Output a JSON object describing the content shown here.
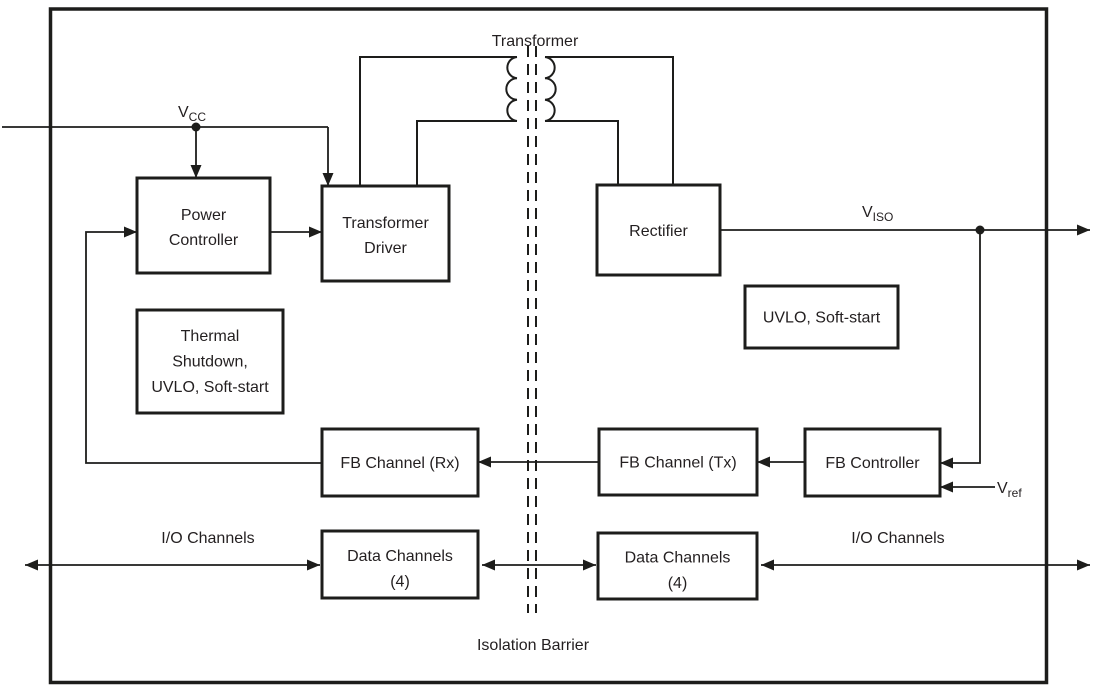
{
  "diagram": {
    "title": "Transformer",
    "labels": {
      "transformer": "Transformer",
      "isolation_barrier": "Isolation Barrier",
      "io_channels_left": "I/O Channels",
      "io_channels_right": "I/O Channels"
    },
    "signals": {
      "vcc": {
        "main": "V",
        "sub": "CC"
      },
      "viso": {
        "main": "V",
        "sub": "ISO"
      },
      "vref": {
        "main": "V",
        "sub": "ref"
      }
    },
    "blocks": {
      "power_controller": {
        "line1": "Power",
        "line2": "Controller"
      },
      "transformer_driver": {
        "line1": "Transformer",
        "line2": "Driver"
      },
      "rectifier": {
        "label": "Rectifier"
      },
      "thermal_shutdown": {
        "line1": "Thermal",
        "line2": "Shutdown,",
        "line3": "UVLO, Soft-start"
      },
      "uvlo_soft_start": {
        "label": "UVLO, Soft-start"
      },
      "fb_channel_rx": {
        "label": "FB Channel (Rx)"
      },
      "fb_channel_tx": {
        "label": "FB Channel (Tx)"
      },
      "fb_controller": {
        "label": "FB Controller"
      },
      "data_channels_left": {
        "line1": "Data Channels",
        "line2": "(4)"
      },
      "data_channels_right": {
        "line1": "Data Channels",
        "line2": "(4)"
      }
    },
    "colors": {
      "line": "#1d1d1b",
      "text": "#231f20",
      "background": "#ffffff"
    }
  }
}
